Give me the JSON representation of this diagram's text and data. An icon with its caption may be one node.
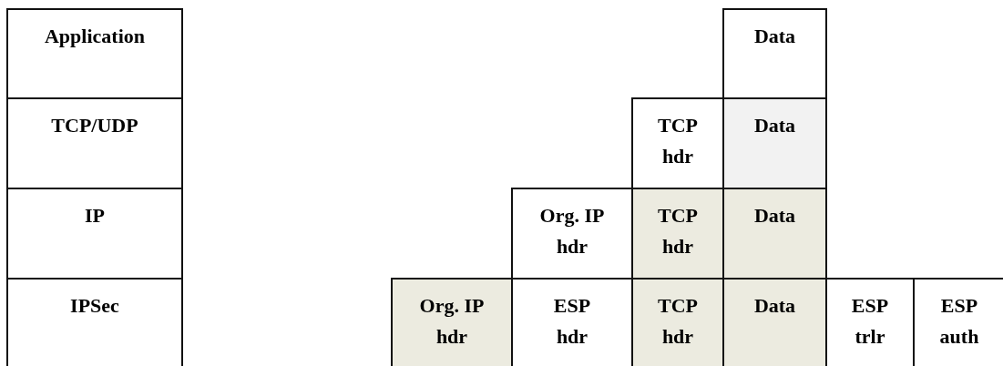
{
  "diagram": {
    "nodes": [
      {
        "text": [
          "Application"
        ]
      },
      {
        "text": [
          "Data"
        ]
      },
      {
        "text": [
          "TCP/UDP"
        ]
      },
      {
        "text": [
          "TCP hdr"
        ]
      },
      {
        "text": [
          "Data"
        ]
      },
      {
        "text": [
          "IP"
        ]
      },
      {
        "text": [
          "Org. IP hdr"
        ]
      },
      {
        "text": [
          "TCP hdr"
        ]
      },
      {
        "text": [
          "Data"
        ]
      },
      {
        "text": [
          "IPSec"
        ]
      },
      {
        "text": [
          "Org. IP hdr"
        ]
      },
      {
        "text": [
          "ESP hdr"
        ]
      },
      {
        "text": [
          "TCP hdr"
        ]
      },
      {
        "text": [
          "Data"
        ]
      },
      {
        "text": [
          "ESP trlr"
        ]
      },
      {
        "text": [
          "ESP auth"
        ]
      }
    ]
  }
}
